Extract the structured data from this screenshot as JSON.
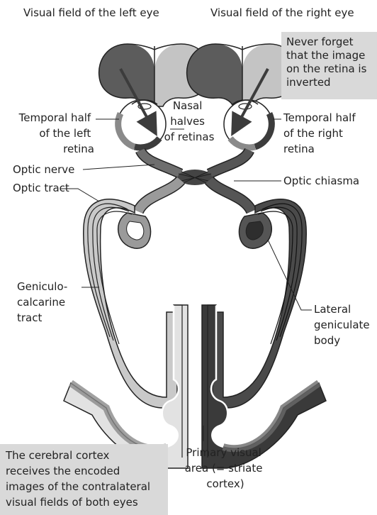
{
  "header": {
    "left_eye_title": "Visual field of the left eye",
    "right_eye_title": "Visual field of the right eye"
  },
  "notes": {
    "retina_inverted": [
      "Never forget",
      "that the image",
      "on the retina is",
      "inverted"
    ],
    "cortex": [
      "The cerebral cortex",
      "receives the encoded",
      "images of the contralateral",
      "visual fields of both eyes"
    ]
  },
  "labels": {
    "temporal_left": [
      "Temporal half",
      "of the left",
      "retina"
    ],
    "nasal": [
      "Nasal",
      "halves",
      "of retinas"
    ],
    "temporal_right": [
      "Temporal half",
      "of the right",
      "retina"
    ],
    "optic_nerve": "Optic nerve",
    "optic_chiasma": "Optic chiasma",
    "optic_tract": "Optic tract",
    "geniculo": [
      "Geniculo-",
      "calcarine",
      "tract"
    ],
    "lateral": [
      "Lateral",
      "geniculate",
      "body"
    ],
    "primary": [
      "Primary visual",
      "area (= striate",
      "cortex)"
    ]
  },
  "colors": {
    "dark": "#3c3c3c",
    "mid": "#7c7c7c",
    "light": "#c4c4c4",
    "lighter": "#e4e4e4",
    "note_bg": "#d9d9d9"
  }
}
